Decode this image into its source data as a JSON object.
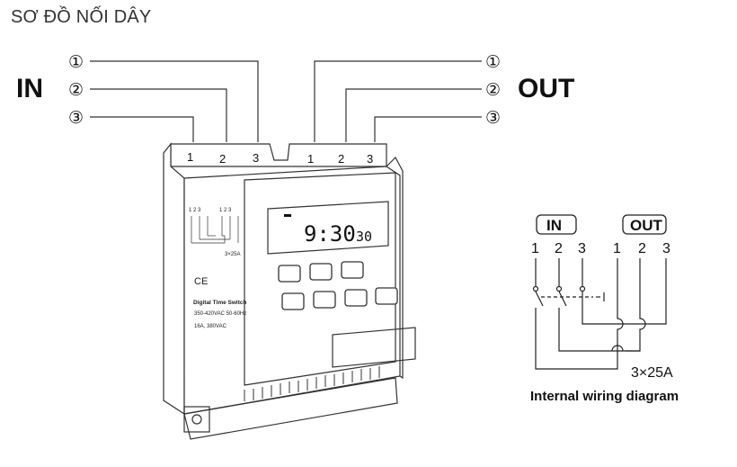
{
  "title": "SƠ ĐỒ NỐI DÂY",
  "in_label": "IN",
  "out_label": "OUT",
  "wire_numbers": [
    "①",
    "②",
    "③"
  ],
  "terminal_numbers": [
    "1",
    "2",
    "3"
  ],
  "device": {
    "lcd_time": "9:30",
    "lcd_seconds": "30",
    "panel_rating": "3×25A",
    "ce_mark": "CE",
    "product_name": "Digital Time Switch",
    "voltage": "350-420VAC 50-60Hz",
    "current": "16A, 380VAC",
    "panel_in_numbers": "1 2 3",
    "panel_out_numbers": "1 2 3"
  },
  "wiring_diagram": {
    "in_label": "IN",
    "out_label": "OUT",
    "numbers": [
      "1",
      "2",
      "3",
      "1",
      "2",
      "3"
    ],
    "rating": "3×25A",
    "caption": "Internal wiring diagram"
  }
}
